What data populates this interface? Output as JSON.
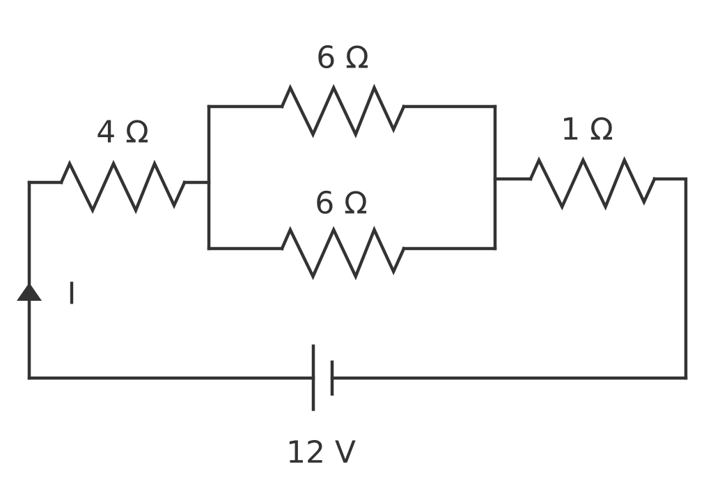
{
  "labels": {
    "r_top": "6 Ω",
    "r_left": "4 Ω",
    "r_right": "1 Ω",
    "r_bottom": "6 Ω",
    "current": "I",
    "battery": "12 V"
  },
  "colors": {
    "wire": "#333333"
  }
}
